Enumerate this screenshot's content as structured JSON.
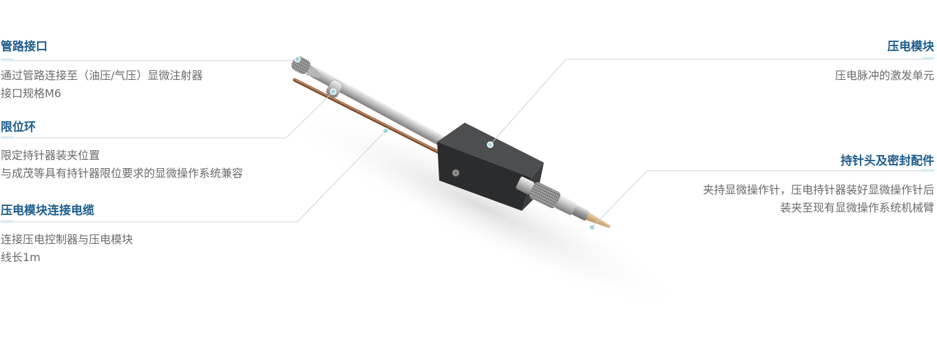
{
  "callouts": {
    "pipe_interface": {
      "title": "管路接口",
      "lines": [
        "通过管路连接至（油压/气压）显微注射器",
        "接口规格M6"
      ]
    },
    "limit_ring": {
      "title": "限位环",
      "lines": [
        "限定持针器装夹位置",
        "与成茂等具有持针器限位要求的显微操作系统兼容"
      ]
    },
    "piezo_cable": {
      "title": "压电模块连接电缆",
      "lines": [
        "连接压电控制器与压电模块",
        "线长1m"
      ]
    },
    "piezo_module": {
      "title": "压电模块",
      "lines": [
        "压电脉冲的激发单元"
      ]
    },
    "needle_head": {
      "title": "持针头及密封配件",
      "lines": [
        "夹持显微操作针，压电持针器装好显微操作针后",
        "装夹至现有显微操作系统机械臂"
      ]
    }
  },
  "colors": {
    "title": "#1d5c8c",
    "description": "#6a6a6a",
    "leader_line": "#c8d2d8",
    "marker": "#a6d3e3"
  }
}
